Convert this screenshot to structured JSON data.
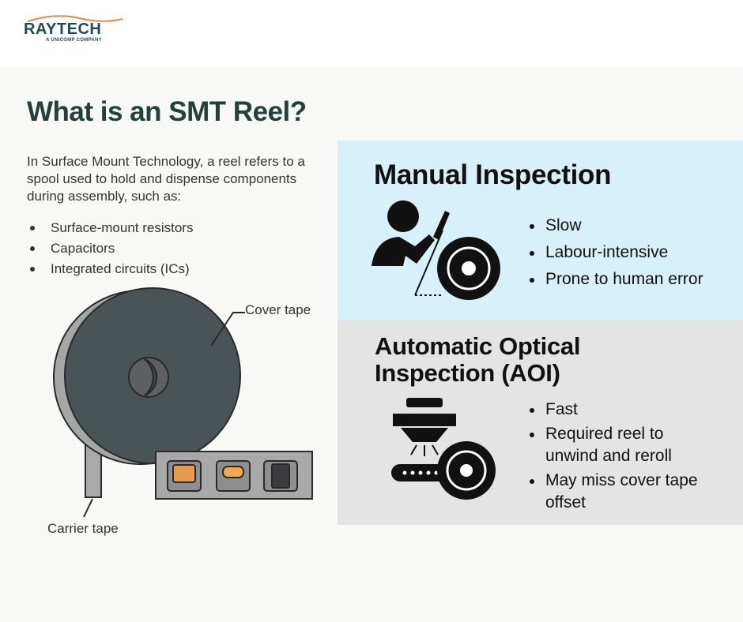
{
  "logo": {
    "name": "RAYTECH",
    "tagline": "A UNICOMP COMPANY"
  },
  "left": {
    "title": "What is an SMT Reel?",
    "description": "In Surface Mount Technology, a reel refers to a spool used to hold and dispense components during assembly, such as:",
    "items": [
      "Surface-mount resistors",
      "Capacitors",
      "Integrated circuits (ICs)"
    ],
    "diagram": {
      "cover_label": "Cover tape",
      "carrier_label": "Carrier tape"
    }
  },
  "manual": {
    "title": "Manual Inspection",
    "points": [
      "Slow",
      "Labour-intensive",
      "Prone to human error"
    ]
  },
  "aoi": {
    "title_line1": "Automatic Optical",
    "title_line2": "Inspection (AOI)",
    "points": [
      "Fast",
      "Required reel to unwind and reroll",
      "May miss cover tape offset"
    ]
  },
  "colors": {
    "title": "#25403a",
    "manual_bg": "#d8f0f9",
    "aoi_bg": "#e4e4e4",
    "reel": "#4a5457",
    "component": "#e59a4f",
    "logo": "#1d4b5c",
    "logo_swoosh": "#e8864a"
  }
}
